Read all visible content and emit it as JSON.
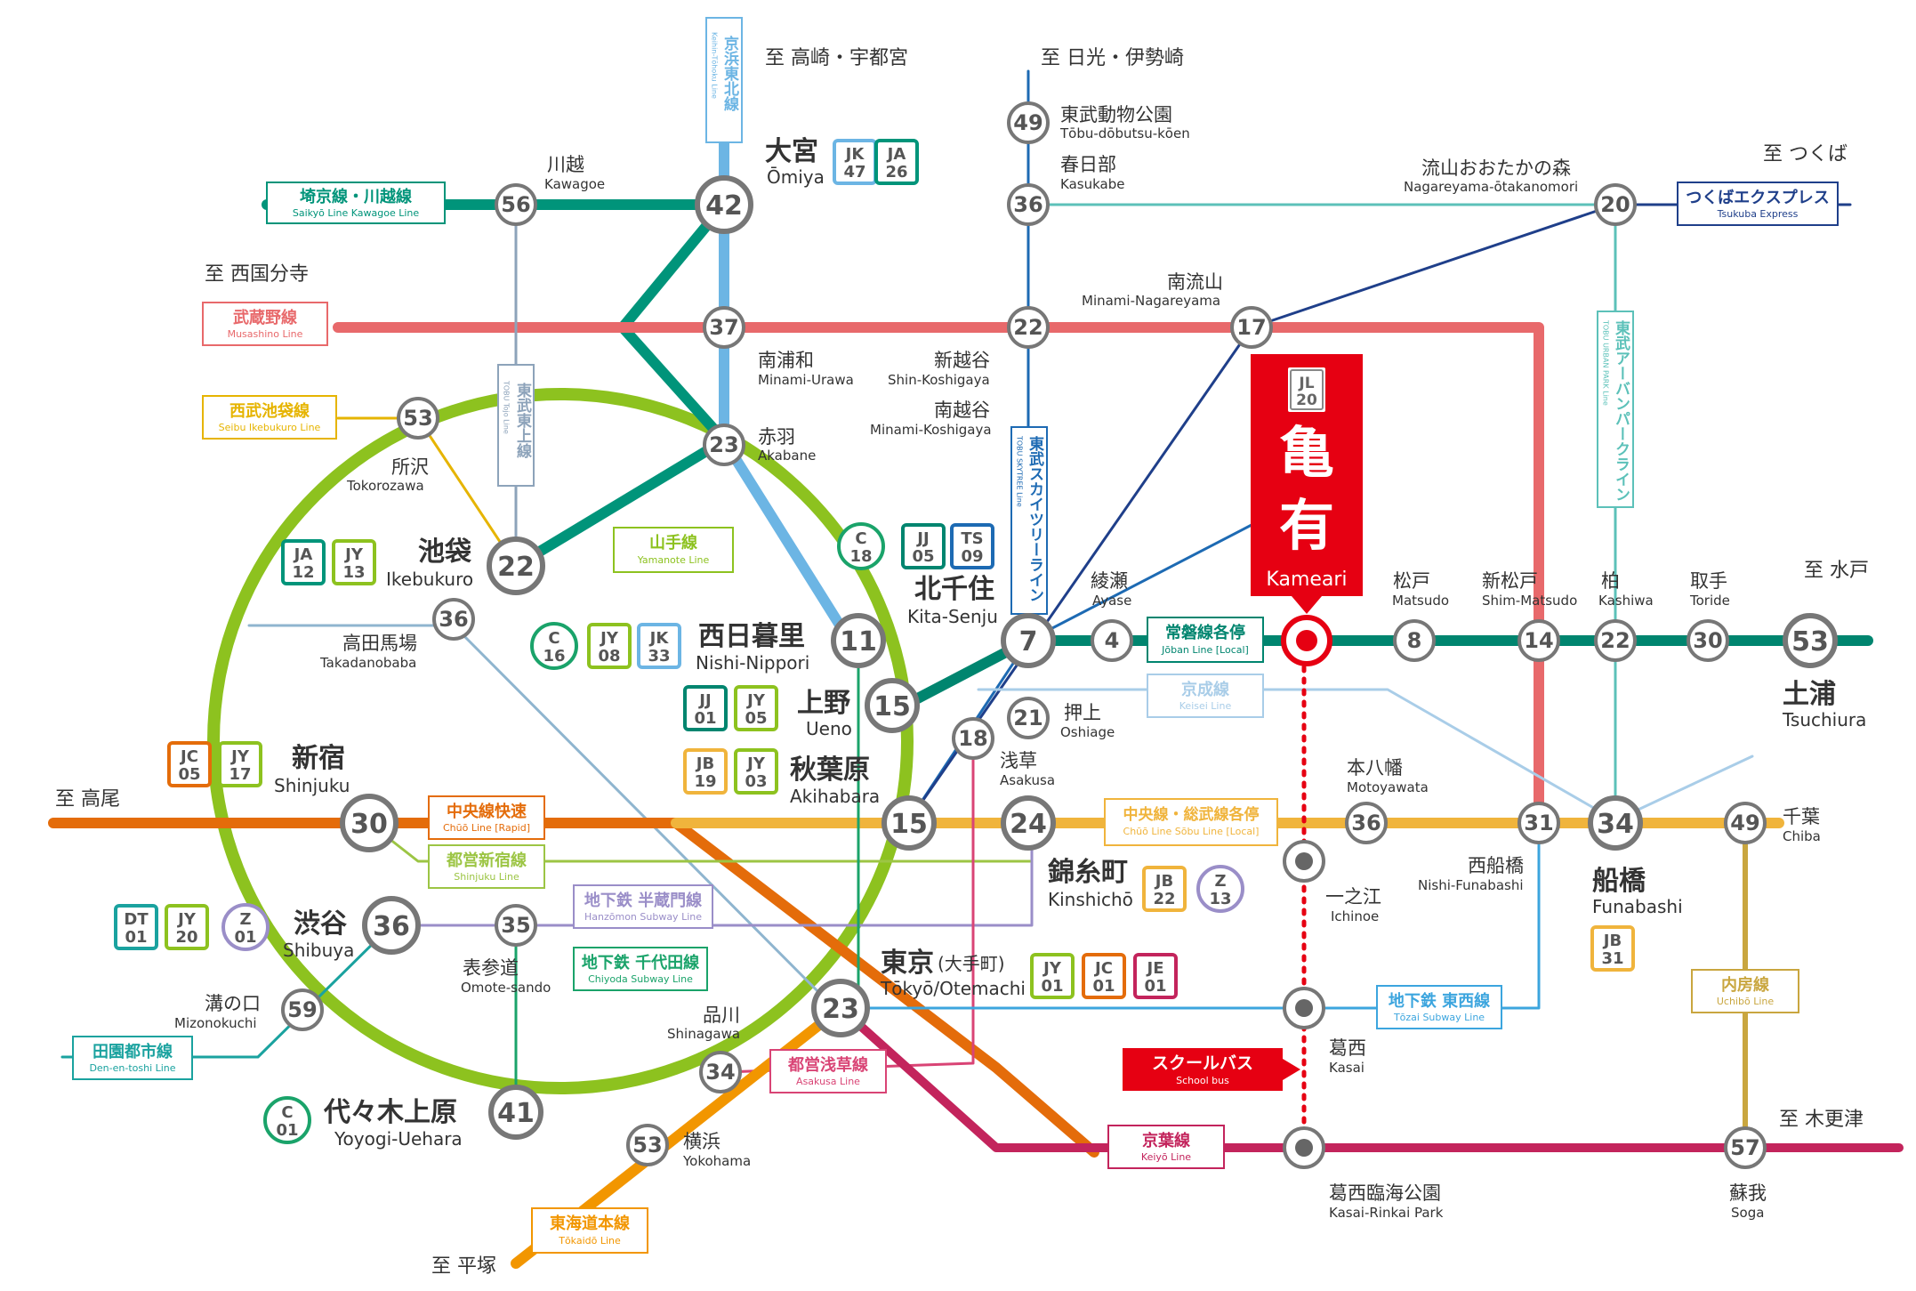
{
  "colors": {
    "saikyo": "#00947a",
    "yamanote": "#8dc21f",
    "keihin": "#6cb5e4",
    "musashino": "#e8696b",
    "tojo": "#8da3ba",
    "seibu": "#e6b400",
    "skytree": "#1d6ab3",
    "jobanrapid": "#4ab5ac",
    "joban": "#00856f",
    "tx": "#1f3f8a",
    "tobuurban": "#5cc1b9",
    "chuo": "#e46c0a",
    "sobu": "#f0b43c",
    "shinjuku": "#9cc544",
    "hanzomon": "#9a8ec8",
    "chiyoda": "#1aa36a",
    "tozai": "#3ca5de",
    "asakusa": "#d94475",
    "keiyo": "#c3245c",
    "tokaido": "#f29600",
    "uchibo": "#c9a63f",
    "denentoshi": "#1aa29f",
    "hibiya": "#8fb5cf",
    "keisei": "#a9cde8",
    "kameari": "#e60012",
    "schoolbus": "#e60012"
  },
  "directions": {
    "takasaki": "至 高崎・宇都宮",
    "nikko": "至 日光・伊勢崎",
    "kokubunji": "至 西国分寺",
    "tsukuba": "至 つくば",
    "mito": "至 水戸",
    "takao": "至 高尾",
    "kisarazu": "至 木更津",
    "hiratsuka": "至 平塚"
  },
  "lines": {
    "keihin_ja": "京浜東北線",
    "keihin_en": "Keihin-Tōhoku Line",
    "saikyo_ja": "埼京線・川越線",
    "saikyo_en": "Saikyō Line Kawagoe Line",
    "musashino_ja": "武蔵野線",
    "musashino_en": "Musashino Line",
    "seibu_ja": "西武池袋線",
    "seibu_en": "Seibu Ikebukuro Line",
    "tojo_ja": "東武東上線",
    "tojo_en": "TOBU Tojo Line",
    "yamanote_ja": "山手線",
    "yamanote_en": "Yamanote Line",
    "skytree_ja": "東武スカイツリーライン",
    "skytree_en": "TOBU SKYTREE Line",
    "tobuurban_ja": "東武アーバンパークライン",
    "tobuurban_en": "TOBU URBAN PARK Line",
    "tx_ja": "つくばエクスプレス",
    "tx_en": "Tsukuba Express",
    "joban_ja": "常磐線各停",
    "joban_en": "Jōban Line [Local]",
    "keisei_ja": "京成線",
    "keisei_en": "Keisei Line",
    "chuo_ja": "中央線快速",
    "chuo_en": "Chūō Line [Rapid]",
    "sobu_ja": "中央線・総武線各停",
    "sobu_en": "Chūō Line Sōbu Line [Local]",
    "shinjuku_ja": "都営新宿線",
    "shinjuku_en": "Shinjuku Line",
    "hanzomon_ja": "地下鉄 半蔵門線",
    "hanzomon_en": "Hanzōmon Subway Line",
    "chiyoda_ja": "地下鉄 千代田線",
    "chiyoda_en": "Chiyoda Subway Line",
    "denentoshi_ja": "田園都市線",
    "denentoshi_en": "Den-en-toshi Line",
    "asakusa_ja": "都営浅草線",
    "asakusa_en": "Asakusa Line",
    "tozai_ja": "地下鉄 東西線",
    "tozai_en": "Tōzai Subway Line",
    "keiyo_ja": "京葉線",
    "keiyo_en": "Keiyō Line",
    "tokaido_ja": "東海道本線",
    "tokaido_en": "Tōkaidō Line",
    "uchibo_ja": "内房線",
    "uchibo_en": "Uchibō Line",
    "schoolbus_ja": "スクールバス",
    "schoolbus_en": "School bus"
  },
  "kameari": {
    "code_line": "JL",
    "code_num": "20",
    "name_ja": "亀有",
    "name_en": "Kameari"
  },
  "stations": {
    "omiya": {
      "ja": "大宮",
      "en": "Ōmiya",
      "min": "42"
    },
    "kawagoe": {
      "ja": "川越",
      "en": "Kawagoe",
      "min": "56"
    },
    "tobu_dobutsu": {
      "ja": "東武動物公園",
      "en": "Tōbu-dōbutsu-kōen",
      "min": "49"
    },
    "kasukabe": {
      "ja": "春日部",
      "en": "Kasukabe",
      "min": "36"
    },
    "nagareyama": {
      "ja": "流山おおたかの森",
      "en": "Nagareyama-ōtakanomori",
      "min": "20"
    },
    "minami_urawa": {
      "ja": "南浦和",
      "en": "Minami-Urawa",
      "min": "37"
    },
    "shin_koshigaya": {
      "ja": "新越谷",
      "en": "Shin-Koshigaya",
      "min": "22"
    },
    "minami_koshigaya": {
      "ja": "南越谷",
      "en": "Minami-Koshigaya"
    },
    "minami_nagareyama": {
      "ja": "南流山",
      "en": "Minami-Nagareyama",
      "min": "17"
    },
    "akabane": {
      "ja": "赤羽",
      "en": "Akabane",
      "min": "23"
    },
    "tokorozawa": {
      "ja": "所沢",
      "en": "Tokorozawa",
      "min": "53"
    },
    "ikebukuro": {
      "ja": "池袋",
      "en": "Ikebukuro",
      "min": "22"
    },
    "takadanobaba": {
      "ja": "高田馬場",
      "en": "Takadanobaba",
      "min": "36"
    },
    "nishi_nippori": {
      "ja": "西日暮里",
      "en": "Nishi-Nippori",
      "min": "11"
    },
    "kita_senju": {
      "ja": "北千住",
      "en": "Kita-Senju",
      "min": "7"
    },
    "ayase": {
      "ja": "綾瀬",
      "en": "Ayase",
      "min": "4"
    },
    "matsudo": {
      "ja": "松戸",
      "en": "Matsudo",
      "min": "8"
    },
    "shin_matsudo": {
      "ja": "新松戸",
      "en": "Shim-Matsudo",
      "min": "14"
    },
    "kashiwa": {
      "ja": "柏",
      "en": "Kashiwa",
      "min": "22"
    },
    "toride": {
      "ja": "取手",
      "en": "Toride",
      "min": "30"
    },
    "tsuchiura": {
      "ja": "土浦",
      "en": "Tsuchiura",
      "min": "53"
    },
    "ueno": {
      "ja": "上野",
      "en": "Ueno",
      "min": "15"
    },
    "oshiage": {
      "ja": "押上",
      "en": "Oshiage",
      "min": "21"
    },
    "asakusa": {
      "ja": "浅草",
      "en": "Asakusa",
      "min": "18"
    },
    "akihabara": {
      "ja": "秋葉原",
      "en": "Akihabara",
      "min": "15"
    },
    "kinshicho": {
      "ja": "錦糸町",
      "en": "Kinshichō",
      "min": "24"
    },
    "motoyawata": {
      "ja": "本八幡",
      "en": "Motoyawata",
      "min": "36"
    },
    "nishi_funabashi": {
      "ja": "西船橋",
      "en": "Nishi-Funabashi",
      "min": "31"
    },
    "funabashi": {
      "ja": "船橋",
      "en": "Funabashi",
      "min": "34"
    },
    "chiba": {
      "ja": "千葉",
      "en": "Chiba",
      "min": "49"
    },
    "shinjuku": {
      "ja": "新宿",
      "en": "Shinjuku",
      "min": "30"
    },
    "shibuya": {
      "ja": "渋谷",
      "en": "Shibuya",
      "min": "36"
    },
    "omotesando": {
      "ja": "表参道",
      "en": "Omote-sando",
      "min": "35"
    },
    "mizonokuchi": {
      "ja": "溝の口",
      "en": "Mizonokuchi",
      "min": "59"
    },
    "yoyogi_uehara": {
      "ja": "代々木上原",
      "en": "Yoyogi-Uehara",
      "min": "41"
    },
    "shinagawa": {
      "ja": "品川",
      "en": "Shinagawa",
      "min": "34"
    },
    "yokohama": {
      "ja": "横浜",
      "en": "Yokohama",
      "min": "53"
    },
    "tokyo": {
      "ja": "東京",
      "ja_sub": "(大手町)",
      "en": "Tōkyō/Otemachi",
      "min": "23"
    },
    "ichinoe": {
      "ja": "一之江",
      "en": "Ichinoe"
    },
    "kasai": {
      "ja": "葛西",
      "en": "Kasai"
    },
    "kasai_rinkai": {
      "ja": "葛西臨海公園",
      "en": "Kasai-Rinkai Park"
    },
    "soga": {
      "ja": "蘇我",
      "en": "Soga",
      "min": "57"
    }
  },
  "codes": {
    "omiya_jk": {
      "l": "JK",
      "n": "47"
    },
    "omiya_ja": {
      "l": "JA",
      "n": "26"
    },
    "ikebukuro_ja": {
      "l": "JA",
      "n": "12"
    },
    "ikebukuro_jy": {
      "l": "JY",
      "n": "13"
    },
    "kitasenju_c": {
      "l": "C",
      "n": "18"
    },
    "kitasenju_jj": {
      "l": "JJ",
      "n": "05"
    },
    "kitasenju_ts": {
      "l": "TS",
      "n": "09"
    },
    "nippori_c": {
      "l": "C",
      "n": "16"
    },
    "nippori_jy": {
      "l": "JY",
      "n": "08"
    },
    "nippori_jk": {
      "l": "JK",
      "n": "33"
    },
    "ueno_jj": {
      "l": "JJ",
      "n": "01"
    },
    "ueno_jy": {
      "l": "JY",
      "n": "05"
    },
    "akiba_jb": {
      "l": "JB",
      "n": "19"
    },
    "akiba_jy": {
      "l": "JY",
      "n": "03"
    },
    "shinjuku_jc": {
      "l": "JC",
      "n": "05"
    },
    "shinjuku_jy": {
      "l": "JY",
      "n": "17"
    },
    "shibuya_dt": {
      "l": "DT",
      "n": "01"
    },
    "shibuya_jy": {
      "l": "JY",
      "n": "20"
    },
    "shibuya_z": {
      "l": "Z",
      "n": "01"
    },
    "kinshicho_jb": {
      "l": "JB",
      "n": "22"
    },
    "kinshicho_z": {
      "l": "Z",
      "n": "13"
    },
    "tokyo_jy": {
      "l": "JY",
      "n": "01"
    },
    "tokyo_jc": {
      "l": "JC",
      "n": "01"
    },
    "tokyo_je": {
      "l": "JE",
      "n": "01"
    },
    "funabashi_jb": {
      "l": "JB",
      "n": "31"
    },
    "yoyogi_c": {
      "l": "C",
      "n": "01"
    }
  }
}
